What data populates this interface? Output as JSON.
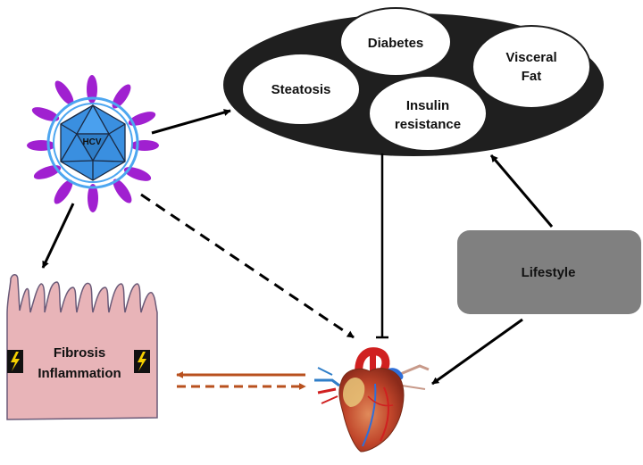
{
  "virus": {
    "label": "HCV"
  },
  "metabolic": {
    "steatosis": "Steatosis",
    "diabetes": "Diabetes",
    "visceral_fat": [
      "Visceral",
      "Fat"
    ],
    "insulin_resistance": [
      "Insulin",
      "resistance"
    ]
  },
  "lifestyle": {
    "label": "Lifestyle"
  },
  "liver": {
    "labels": [
      "Fibrosis",
      "Inflammation"
    ]
  },
  "heart": {
    "icon": "heart-icon"
  },
  "colors": {
    "ellipse": "#1f1f1f",
    "virus_body": "#3a8fe0",
    "virus_spikes": "#a020d0",
    "virus_ring": "#4da6f0",
    "lifestyle_box": "#808080",
    "tissue": "#e8b4b8",
    "lightning": "#f5d100",
    "brown_arrow": "#b8501e"
  }
}
